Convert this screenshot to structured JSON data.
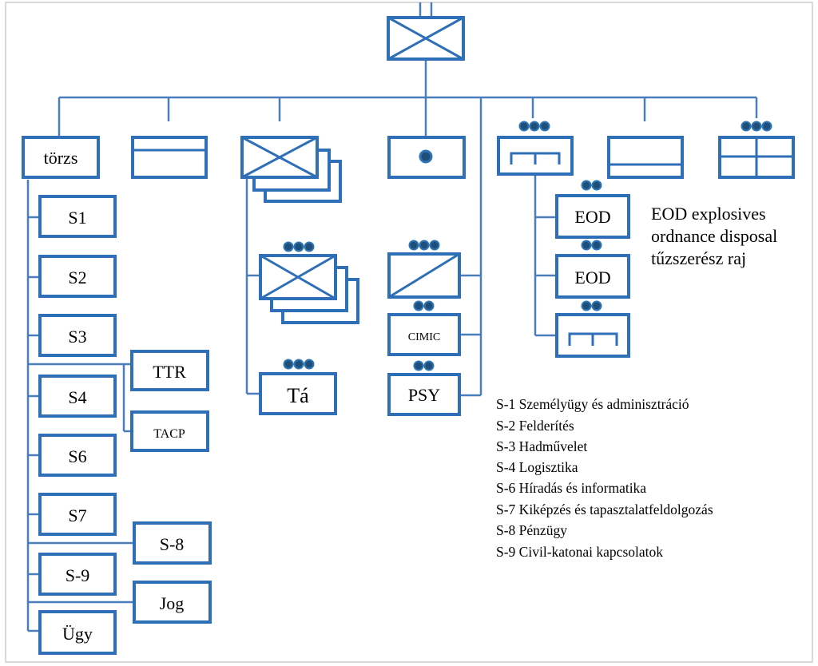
{
  "colors": {
    "line": "#4a7ebb",
    "box": "#2e6fb7",
    "dot": "#1f4e79"
  },
  "units": {
    "torzs": "törzs",
    "s1": "S1",
    "s2": "S2",
    "s3": "S3",
    "s4": "S4",
    "s6": "S6",
    "s7": "S7",
    "s8": "S-8",
    "s9": "S-9",
    "jog": "Jog",
    "ugy": "Ügy",
    "ttr": "TTR",
    "tacp": "TACP",
    "ta": "Tá",
    "cimic": "CIMIC",
    "psy": "PSY",
    "eod1": "EOD",
    "eod2": "EOD"
  },
  "eod_note": [
    "EOD explosives",
    "ordnance disposal",
    "tűzszerész raj"
  ],
  "legend": [
    "S-1 Személyügy és adminisztráció",
    "S-2 Felderítés",
    "S-3 Hadművelet",
    "S-4 Logisztika",
    "S-6 Híradás és informatika",
    "S-7 Kiképzés és tapasztalatfeldolgozás",
    "S-8 Pénzügy",
    "S-9 Civil-katonai kapcsolatok"
  ]
}
